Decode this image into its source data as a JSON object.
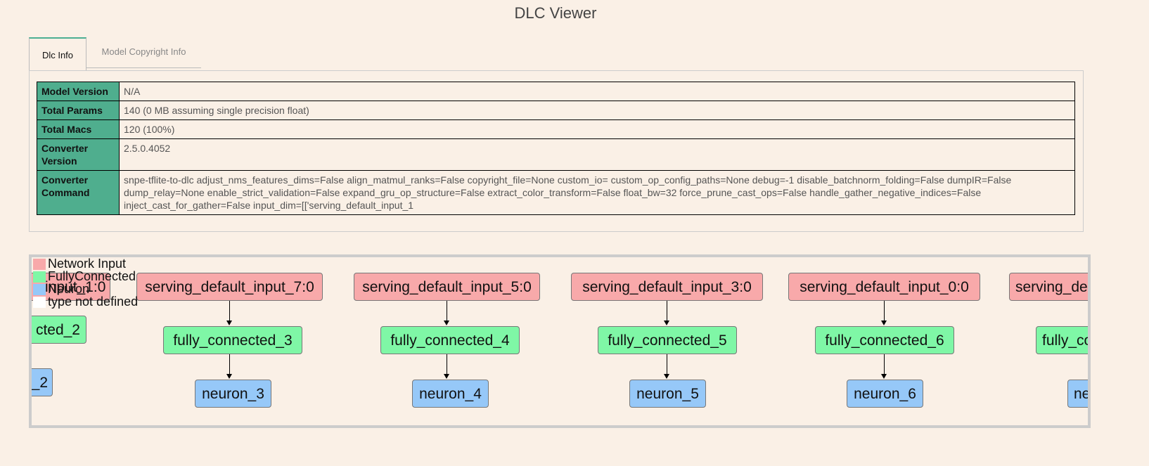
{
  "app": {
    "title": "DLC Viewer"
  },
  "tabs": [
    {
      "label": "Dlc Info",
      "active": true
    },
    {
      "label": "Model Copyright Info",
      "active": false
    }
  ],
  "info": {
    "model_version": {
      "label": "Model Version",
      "value": "N/A"
    },
    "total_params": {
      "label": "Total Params",
      "value": "140 (0 MB assuming single precision float)"
    },
    "total_macs": {
      "label": "Total Macs",
      "value": "120 (100%)"
    },
    "converter_version": {
      "label": "Converter Version",
      "value": "2.5.0.4052"
    },
    "converter_command": {
      "label": "Converter Command",
      "value": "snpe-tflite-to-dlc adjust_nms_features_dims=False align_matmul_ranks=False copyright_file=None custom_io= custom_op_config_paths=None debug=-1 disable_batchnorm_folding=False dumpIR=False dump_relay=None enable_strict_validation=False expand_gru_op_structure=False extract_color_transform=False float_bw=32 force_prune_cast_ops=False handle_gather_negative_indices=False inject_cast_for_gather=False input_dim=[['serving_default_input_1"
    }
  },
  "legend": [
    {
      "label": "Network Input",
      "color": "#f8a9aa"
    },
    {
      "label": "FullyConnected",
      "color": "#7ff7a6"
    },
    {
      "label": "Neuron",
      "color": "#96c8f8"
    },
    {
      "label": "type not defined",
      "color": "#ffffff"
    }
  ],
  "graph": {
    "partial_input": "input_1:0",
    "partial_fc_left": "cted_2",
    "partial_neuron_left": "_2",
    "columns": [
      {
        "input": "serving_default_input_7:0",
        "fc": "fully_connected_3",
        "neuron": "neuron_3"
      },
      {
        "input": "serving_default_input_5:0",
        "fc": "fully_connected_4",
        "neuron": "neuron_4"
      },
      {
        "input": "serving_default_input_3:0",
        "fc": "fully_connected_5",
        "neuron": "neuron_5"
      },
      {
        "input": "serving_default_input_0:0",
        "fc": "fully_connected_6",
        "neuron": "neuron_6"
      }
    ],
    "partial_input_right": "serving_de",
    "partial_fc_right": "fully_co",
    "partial_neuron_right": "ne"
  }
}
